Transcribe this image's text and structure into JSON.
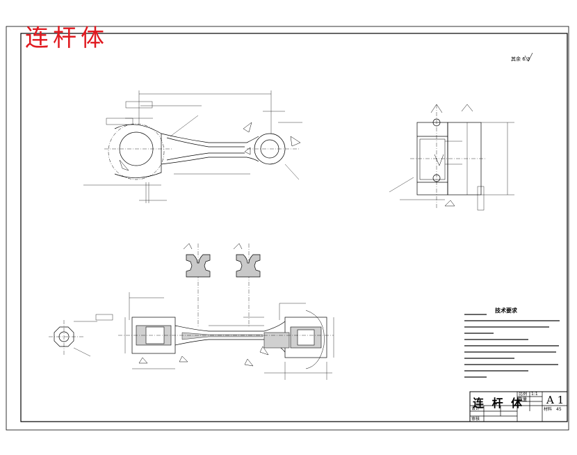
{
  "drawing": {
    "title": "连杆体",
    "roughness_note": "其余",
    "roughness_value": "6.3",
    "technical_requirements_title": "技术要求",
    "title_block": {
      "part_name": "连 杆 体",
      "sheet_code": "A 1",
      "scale_label": "比例",
      "scale_value": "1:1",
      "quantity_label": "数量",
      "material_label": "材料",
      "material_value": "45",
      "designer_label": "设计",
      "checker_label": "审核"
    }
  }
}
